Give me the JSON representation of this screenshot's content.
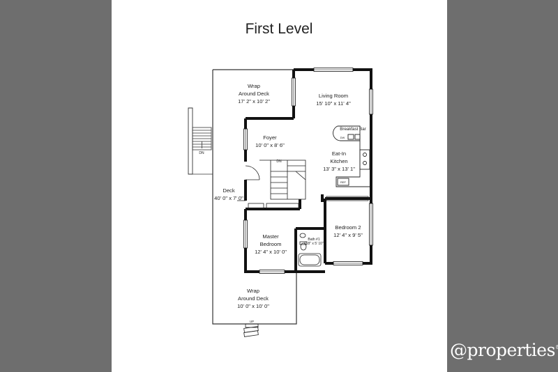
{
  "title": "First Level",
  "rooms": {
    "wrap_deck_top": {
      "name_line1": "Wrap",
      "name_line2": "Around Deck",
      "size": "17' 2\" x 10' 2\""
    },
    "living_room": {
      "name": "Living Room",
      "size": "15' 10\" x 11' 4\""
    },
    "breakfast_bar": {
      "name": "Breakfast Bar"
    },
    "foyer": {
      "name": "Foyer",
      "size": "10' 0\" x 8' 6\""
    },
    "kitchen": {
      "name_line1": "Eat-In",
      "name_line2": "Kitchen",
      "size": "13' 3\" x 13' 1\""
    },
    "deck": {
      "name": "Deck",
      "size": "40' 0\" x 7' 0\""
    },
    "master_bedroom": {
      "name_line1": "Master",
      "name_line2": "Bedroom",
      "size": "12' 4\" x 10' 0\""
    },
    "bath": {
      "name": "Bath #1",
      "size": "6' 8\" x 5' 10\""
    },
    "bedroom_2": {
      "name": "Bedroom 2",
      "size": "12' 4\" x 9' 5\""
    },
    "wrap_deck_bottom": {
      "name_line1": "Wrap",
      "name_line2": "Around Deck",
      "size": "10' 0\" x 10' 0\""
    }
  },
  "annotations": {
    "stair_dn_outside": "DN",
    "stair_dn_inside": "DN",
    "ref": "REF",
    "dw": "DW",
    "bottom_step": "UP"
  },
  "logo": {
    "text": "@properties",
    "mark": "®"
  }
}
